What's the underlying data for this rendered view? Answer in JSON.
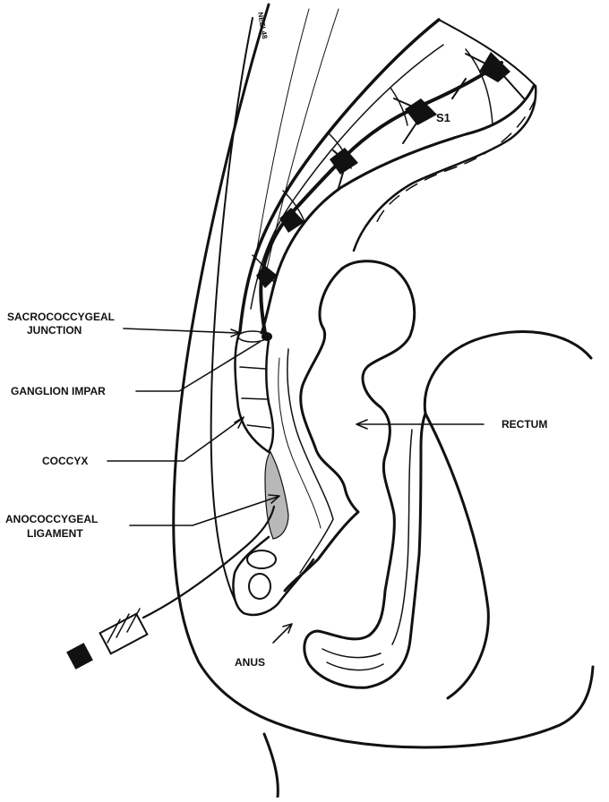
{
  "diagram": {
    "watermark": "NEEL48",
    "labels": {
      "s1": "S1",
      "sacrococcygeal_1": "SACROCOCCYGEAL",
      "sacrococcygeal_2": "JUNCTION",
      "ganglion_impar": "GANGLION IMPAR",
      "coccyx": "COCCYX",
      "anococcygeal_1": "ANOCOCCYGEAL",
      "anococcygeal_2": "LIGAMENT",
      "rectum": "RECTUM",
      "anus": "ANUS"
    },
    "colors": {
      "ink": "#111111",
      "ligament": "#b8b8b8",
      "background": "#ffffff"
    }
  }
}
